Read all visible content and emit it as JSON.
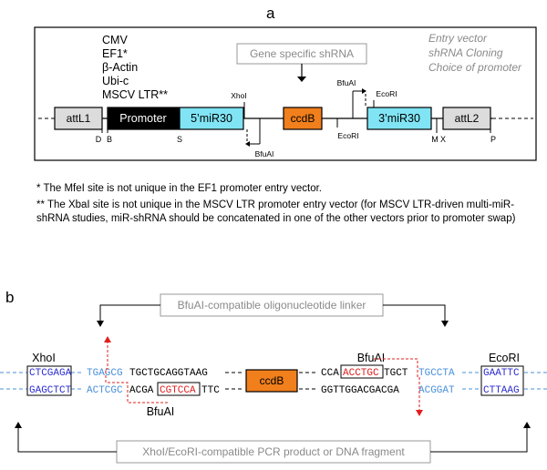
{
  "panel_a": {
    "label": "a",
    "promoters": [
      "CMV",
      "EF1*",
      "β-Actin",
      "Ubi-c",
      "MSCV LTR**"
    ],
    "side_caption": [
      "Entry vector",
      "shRNA Cloning",
      "Choice of promoter"
    ],
    "gene_box": "Gene specific shRNA",
    "elements": {
      "attL1": "attL1",
      "promoter": "Promoter",
      "mir5": "5’miR30",
      "ccdB": "ccdB",
      "mir3": "3’miR30",
      "attL2": "attL2"
    },
    "site_labels": {
      "xhoI": "XhoI",
      "bfuAI_top": "BfuAI",
      "ecoRI_top": "EcoRI",
      "bfuAI_bottom": "BfuAI",
      "ecoRI_bottom": "EcoRI",
      "D": "D",
      "B": "B",
      "S": "S",
      "M": "M",
      "X": "X",
      "P": "P"
    },
    "colors": {
      "attL": "#dcdcdc",
      "promoter": "#000000",
      "mir": "#80e4f4",
      "ccdB": "#f07f1c"
    }
  },
  "notes": {
    "note1": "* The MfeI site is not unique in the EF1 promoter entry vector.",
    "note2": "** The XbaI site is not unique in the MSCV LTR promoter entry vector (for MSCV LTR-driven multi-miR-shRNA studies, miR-shRNA should be concatenated in one of the other vectors prior to promoter swap)"
  },
  "panel_b": {
    "label": "b",
    "linker_box": "BfuAI-compatible oligonucleotide linker",
    "pcr_box": "XhoI/EcoRI-compatible PCR product or DNA fragment",
    "xhoI": "XhoI",
    "ecoRI": "EcoRI",
    "bfuAI_right": "BfuAI",
    "bfuAI_left": "BfuAI",
    "ccdB": "ccdB",
    "top_strand": {
      "xho": "CTCGAGA",
      "left_blue": "TGAGCG",
      "left_black": "TGCTGCAGGTAAG",
      "right_black1": "CCA",
      "right_red": "ACCTGC",
      "right_black2": "TGCT",
      "right_blue": "TGCCTA",
      "eco": "GAATTC"
    },
    "bottom_strand": {
      "xho": "GAGCTCT",
      "left_blue": "ACTCGC",
      "left_black1": "ACGA",
      "left_red": "CGTCCA",
      "left_black2": "TTC",
      "right_black": "GGTTGGACGACGA",
      "right_blue": "ACGGAT",
      "eco": "CTTAAG"
    },
    "colors": {
      "blue": "#4a90d9",
      "dark_blue": "#2d2dd0",
      "red": "#e02020",
      "ccdB": "#f07f1c"
    }
  }
}
